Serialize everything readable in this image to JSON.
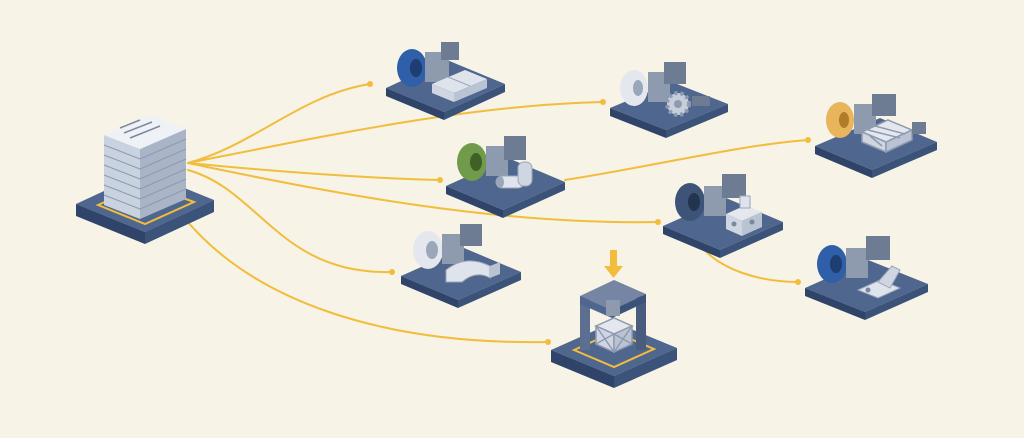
{
  "colors": {
    "background": "#f7f3e6",
    "platform_top": "#4f668f",
    "platform_side": "#2f4468",
    "connector": "#f2bd3c",
    "machine_gray": "#8e9aae",
    "machine_light": "#d6dde8"
  },
  "hub": {
    "icon": "stacked-data-server-icon"
  },
  "stations": [
    {
      "id": "printer-blue-tray",
      "filament": "#2f5fa8",
      "part": "tray-part-icon"
    },
    {
      "id": "printer-white-gear",
      "filament": "#dfe3ea",
      "part": "gear-part-icon"
    },
    {
      "id": "printer-orange-lattice",
      "filament": "#e8b45c",
      "part": "lattice-part-icon"
    },
    {
      "id": "printer-green-pipe",
      "filament": "#6f9b4a",
      "part": "pipe-part-icon"
    },
    {
      "id": "printer-navy-block",
      "filament": "#3d5378",
      "part": "block-part-icon"
    },
    {
      "id": "printer-white-arch",
      "filament": "#dfe3ea",
      "part": "arch-part-icon"
    },
    {
      "id": "printer-blue-bracket",
      "filament": "#2f5fa8",
      "part": "bracket-part-icon"
    },
    {
      "id": "press-lattice-cube",
      "filament": "#f2bd3c",
      "part": "lattice-cube-icon"
    }
  ]
}
